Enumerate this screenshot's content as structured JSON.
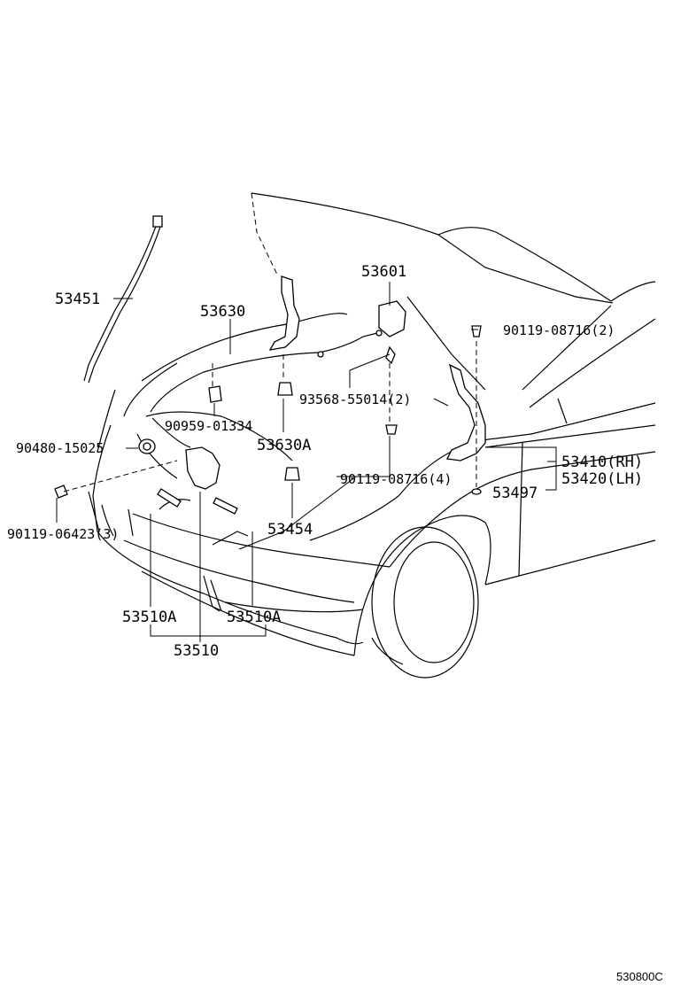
{
  "labels": {
    "p53451": "53451",
    "p53630": "53630",
    "p53601": "53601",
    "p90119_08716_2": "90119-08716(2)",
    "p93568": "93568-55014(2)",
    "p90959": "90959-01334",
    "p53630A": "53630A",
    "p90480": "90480-15025",
    "p53410": "53410(RH)",
    "p53420": "53420(LH)",
    "p90119_08716_4": "90119-08716(4)",
    "p53497": "53497",
    "p90119_06423": "90119-06423(3)",
    "p53454": "53454",
    "p53510A_left": "53510A",
    "p53510A_right": "53510A",
    "p53510": "53510"
  },
  "reference_code": "530800C"
}
